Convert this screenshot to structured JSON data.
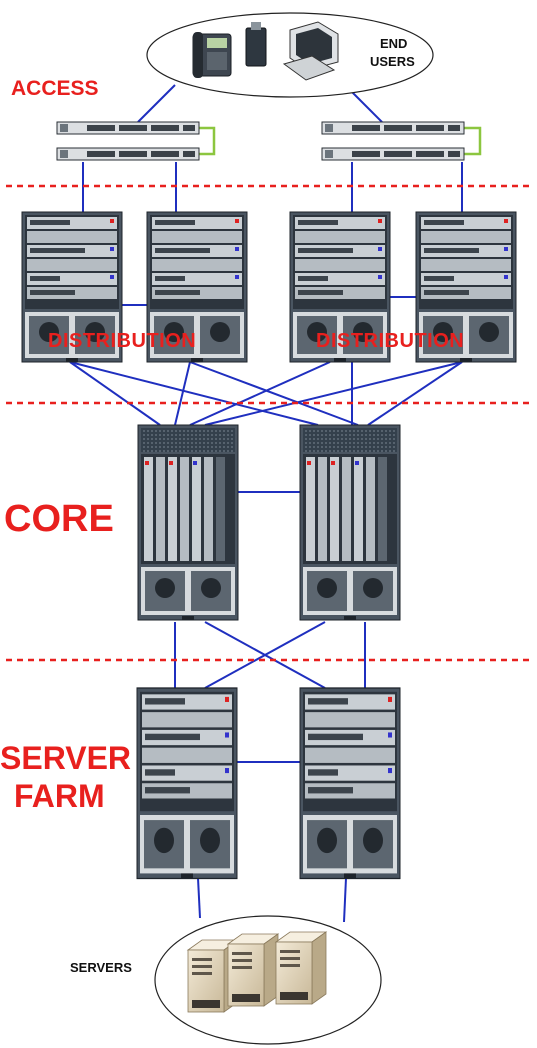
{
  "labels": {
    "end_users": [
      "END",
      "USERS"
    ],
    "access": "ACCESS",
    "distribution_left": "DISTRIBUTION",
    "distribution_right": "DISTRIBUTION",
    "core": "CORE",
    "server_farm": [
      "SERVER",
      "FARM"
    ],
    "servers": "SERVERS"
  },
  "colors": {
    "layer_label": "#e8201e",
    "link": "#1f2fbf",
    "divider": "#e8201e",
    "stack_link": "#8cc63f",
    "text": "#111111"
  },
  "icons": {
    "end_user_devices": [
      "ip-phone-icon",
      "usb-device-icon",
      "workstation-icon"
    ],
    "server_devices": [
      "tower-server-icon",
      "tower-server-icon",
      "tower-server-icon"
    ]
  }
}
